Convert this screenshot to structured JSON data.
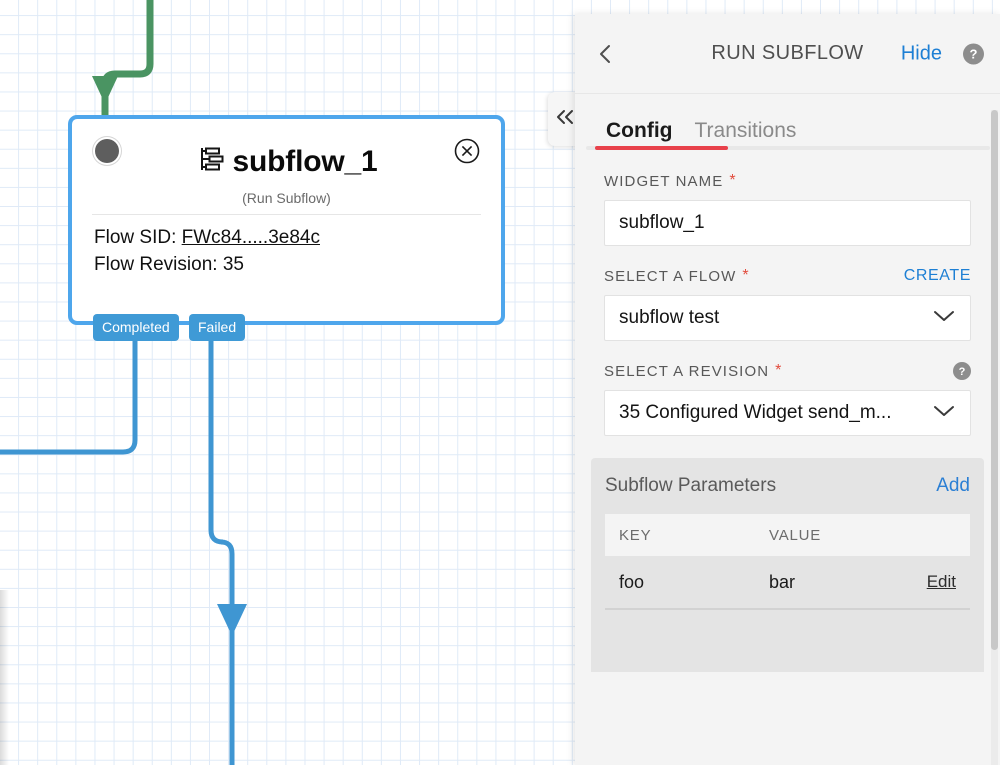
{
  "canvas": {
    "node": {
      "title": "subflow_1",
      "subtitle": "(Run Subflow)",
      "icon": "subflow-icon",
      "sid_label": "Flow SID:",
      "sid_value": "FWc84.....3e84c",
      "revision_label": "Flow Revision:",
      "revision_value": "35",
      "chips": [
        {
          "label": "Completed"
        },
        {
          "label": "Failed"
        }
      ]
    },
    "colors": {
      "node_border": "#4ea6ec",
      "chip_bg": "#3f9ad6",
      "edge_blue": "#3f96d2",
      "edge_green": "#4a9462",
      "grid_line": "#dfeaf7"
    }
  },
  "collapse_handle": {
    "icon": "chevron-double-left-icon"
  },
  "panel": {
    "header": {
      "back_icon": "chevron-left-icon",
      "title": "RUN SUBFLOW",
      "hide_label": "Hide",
      "help_icon": "help-circle-icon"
    },
    "tabs": [
      {
        "label": "Config",
        "active": true
      },
      {
        "label": "Transitions",
        "active": false
      }
    ],
    "accent_color": "#e8414b",
    "link_color": "#1d7fd4",
    "fields": {
      "widget_name": {
        "label": "WIDGET NAME",
        "required": "*",
        "value": "subflow_1"
      },
      "select_flow": {
        "label": "SELECT A FLOW",
        "required": "*",
        "action_label": "CREATE",
        "value": "subflow test"
      },
      "select_revision": {
        "label": "SELECT A REVISION",
        "required": "*",
        "value": "35 Configured Widget send_m...",
        "help_icon": "help-circle-icon"
      }
    },
    "parameters": {
      "title": "Subflow Parameters",
      "add_label": "Add",
      "columns": [
        "KEY",
        "VALUE"
      ],
      "rows": [
        {
          "key": "foo",
          "value": "bar",
          "action": "Edit"
        }
      ]
    }
  }
}
